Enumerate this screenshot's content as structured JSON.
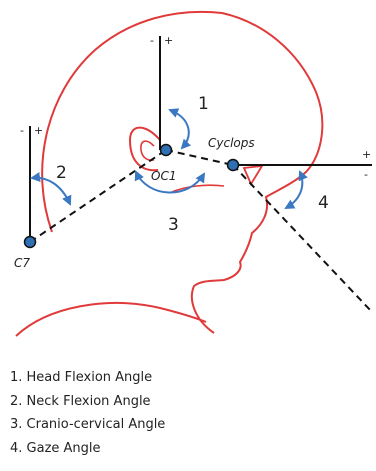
{
  "figure": {
    "angle_numbers": [
      "1",
      "2",
      "3",
      "4"
    ],
    "points": {
      "oc1": "OC1",
      "cyclops": "Cyclops",
      "c7": "C7"
    },
    "axis_signs": {
      "head_minus": "-",
      "head_plus": "+",
      "neck_minus": "-",
      "neck_plus": "+",
      "gaze_plus": "+",
      "gaze_minus": "-"
    },
    "colors": {
      "outline": "#e03a3a",
      "reference_lines": "#111111",
      "angle_arcs": "#3a78c2",
      "joint_points": "#2f6fb3"
    }
  },
  "legend": [
    "1. Head Flexion Angle",
    "2. Neck Flexion Angle",
    "3. Cranio-cervical Angle",
    "4. Gaze Angle"
  ]
}
